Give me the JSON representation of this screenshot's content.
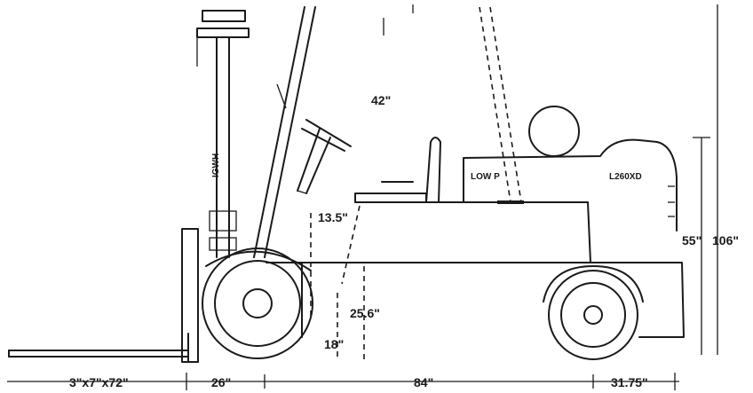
{
  "labels": {
    "overall_height": "106\"",
    "overhead_guard_height": "55\"",
    "back_tilt": "13.5\"",
    "seat_clearance": "42\"",
    "step_height": "25.6\"",
    "ground_clearance": "18\"",
    "fork_size": "3\"x7\"x72\"",
    "front_overhang": "26\"",
    "wheelbase": "84\"",
    "rear_overhang": "31.75\"",
    "brand_text": "LOW  P",
    "model_text": "L260XD",
    "mast_text": "IGWH"
  }
}
